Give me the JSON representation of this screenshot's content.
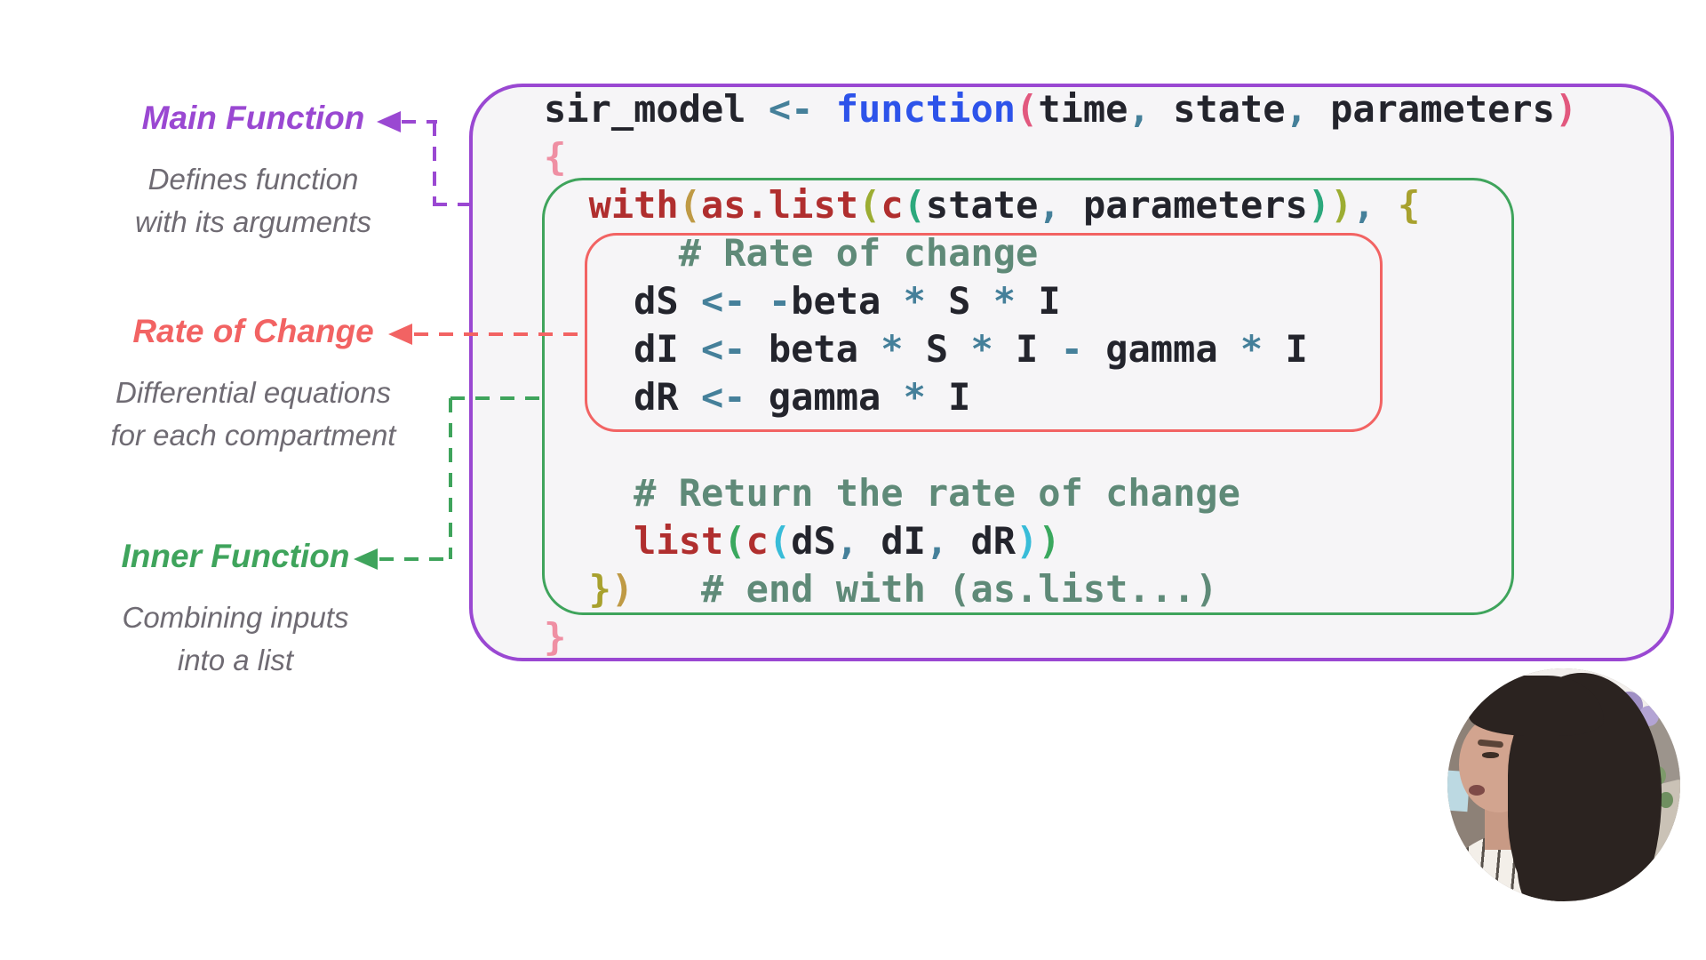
{
  "colors": {
    "plain": "#23242c",
    "op": "#45809a",
    "kw": "#2d53ea",
    "fn": "#b02e2e",
    "comment": "#5f8a78",
    "br_pink": "#e2587e",
    "brace_pink": "#ef8fa3",
    "br_tan": "#bf9a45",
    "br_lime": "#9cad32",
    "br_teal": "#2ca87c",
    "br_olive": "#a8a12e",
    "br_green": "#3aa85e",
    "br_cyan": "#38bcd8",
    "accent_purple": "#9a48d2",
    "accent_red": "#f26363",
    "accent_green": "#3fa45c",
    "annotation_gray": "#6f6b73",
    "code_panel_bg": "#f6f5f7"
  },
  "code": {
    "lines": [
      {
        "indent": 0,
        "tokens": [
          {
            "t": "sir_model ",
            "c": "plain"
          },
          {
            "t": "<- ",
            "c": "op"
          },
          {
            "t": "function",
            "c": "kw"
          },
          {
            "t": "(",
            "c": "br_pink"
          },
          {
            "t": "time",
            "c": "plain"
          },
          {
            "t": ", ",
            "c": "op"
          },
          {
            "t": "state",
            "c": "plain"
          },
          {
            "t": ", ",
            "c": "op"
          },
          {
            "t": "parameters",
            "c": "plain"
          },
          {
            "t": ")",
            "c": "br_pink"
          }
        ]
      },
      {
        "indent": 0,
        "tokens": [
          {
            "t": "{",
            "c": "brace_pink"
          }
        ]
      },
      {
        "indent": 2,
        "tokens": [
          {
            "t": "with",
            "c": "fn"
          },
          {
            "t": "(",
            "c": "br_tan"
          },
          {
            "t": "as.list",
            "c": "fn"
          },
          {
            "t": "(",
            "c": "br_lime"
          },
          {
            "t": "c",
            "c": "fn"
          },
          {
            "t": "(",
            "c": "br_teal"
          },
          {
            "t": "state",
            "c": "plain"
          },
          {
            "t": ", ",
            "c": "op"
          },
          {
            "t": "parameters",
            "c": "plain"
          },
          {
            "t": ")",
            "c": "br_teal"
          },
          {
            "t": ")",
            "c": "br_lime"
          },
          {
            "t": ", ",
            "c": "op"
          },
          {
            "t": "{",
            "c": "br_olive"
          }
        ]
      },
      {
        "indent": 6,
        "tokens": [
          {
            "t": "# Rate of change",
            "c": "comment"
          }
        ]
      },
      {
        "indent": 4,
        "tokens": [
          {
            "t": "dS ",
            "c": "plain"
          },
          {
            "t": "<- -",
            "c": "op"
          },
          {
            "t": "beta ",
            "c": "plain"
          },
          {
            "t": "* ",
            "c": "op"
          },
          {
            "t": "S ",
            "c": "plain"
          },
          {
            "t": "* ",
            "c": "op"
          },
          {
            "t": "I",
            "c": "plain"
          }
        ]
      },
      {
        "indent": 4,
        "tokens": [
          {
            "t": "dI ",
            "c": "plain"
          },
          {
            "t": "<- ",
            "c": "op"
          },
          {
            "t": "beta ",
            "c": "plain"
          },
          {
            "t": "* ",
            "c": "op"
          },
          {
            "t": "S ",
            "c": "plain"
          },
          {
            "t": "* ",
            "c": "op"
          },
          {
            "t": "I ",
            "c": "plain"
          },
          {
            "t": "- ",
            "c": "op"
          },
          {
            "t": "gamma ",
            "c": "plain"
          },
          {
            "t": "* ",
            "c": "op"
          },
          {
            "t": "I",
            "c": "plain"
          }
        ]
      },
      {
        "indent": 4,
        "tokens": [
          {
            "t": "dR ",
            "c": "plain"
          },
          {
            "t": "<- ",
            "c": "op"
          },
          {
            "t": "gamma ",
            "c": "plain"
          },
          {
            "t": "* ",
            "c": "op"
          },
          {
            "t": "I",
            "c": "plain"
          }
        ]
      },
      {
        "indent": 0,
        "tokens": []
      },
      {
        "indent": 4,
        "tokens": [
          {
            "t": "# Return the rate of change",
            "c": "comment"
          }
        ]
      },
      {
        "indent": 4,
        "tokens": [
          {
            "t": "list",
            "c": "fn"
          },
          {
            "t": "(",
            "c": "br_green"
          },
          {
            "t": "c",
            "c": "fn"
          },
          {
            "t": "(",
            "c": "br_cyan"
          },
          {
            "t": "dS",
            "c": "plain"
          },
          {
            "t": ", ",
            "c": "op"
          },
          {
            "t": "dI",
            "c": "plain"
          },
          {
            "t": ", ",
            "c": "op"
          },
          {
            "t": "dR",
            "c": "plain"
          },
          {
            "t": ")",
            "c": "br_cyan"
          },
          {
            "t": ")",
            "c": "br_green"
          }
        ]
      },
      {
        "indent": 2,
        "tokens": [
          {
            "t": "}",
            "c": "br_olive"
          },
          {
            "t": ")",
            "c": "br_tan"
          },
          {
            "t": "   ",
            "c": "plain"
          },
          {
            "t": "# end with (as.list...)",
            "c": "comment"
          }
        ]
      },
      {
        "indent": 0,
        "tokens": [
          {
            "t": "}",
            "c": "brace_pink"
          }
        ]
      }
    ]
  },
  "annotations": {
    "main_function": {
      "label": "Main Function",
      "line1": "Defines function",
      "line2": "with its arguments"
    },
    "rate_of_change": {
      "label": "Rate of Change",
      "line1": "Differential equations",
      "line2": "for each compartment"
    },
    "inner_function": {
      "label": "Inner Function",
      "line1": "Combining inputs",
      "line2": "into a list"
    }
  }
}
